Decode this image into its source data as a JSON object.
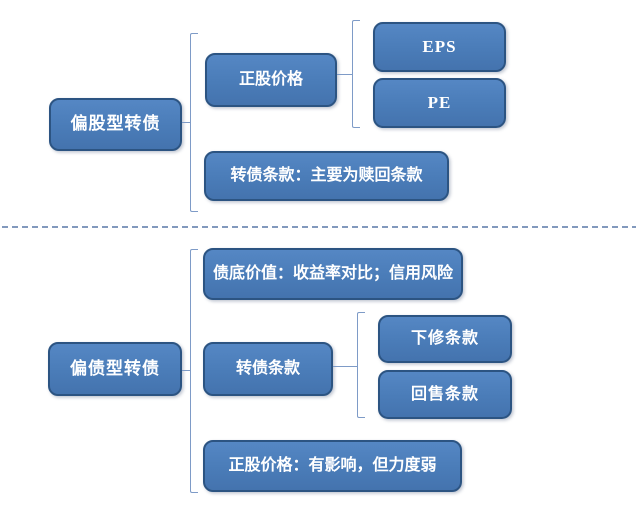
{
  "colors": {
    "box-fill": "#4A7CB8",
    "box-fill-light": "#5587C4",
    "box-fill-dark": "#4473AE",
    "box-border": "#2C5482",
    "text-color": "#FFFFFF",
    "line-color": "#7E9BC7",
    "divider-color": "#8299BD"
  },
  "diagram": {
    "type": "hierarchy-bracket-diagram",
    "sections": [
      {
        "parent": "偏股型转债",
        "children": [
          {
            "label": "正股价格",
            "subchildren": [
              {
                "label": "EPS"
              },
              {
                "label": "PE"
              }
            ]
          },
          {
            "label": "转债条款：主要为赎回条款",
            "subchildren": []
          }
        ]
      },
      {
        "parent": "偏债型转债",
        "children": [
          {
            "label": "债底价值：收益率对比；信用风险",
            "subchildren": []
          },
          {
            "label": "转债条款",
            "subchildren": [
              {
                "label": "下修条款"
              },
              {
                "label": "回售条款"
              }
            ]
          },
          {
            "label": "正股价格：有影响，但力度弱",
            "subchildren": []
          }
        ]
      }
    ]
  }
}
